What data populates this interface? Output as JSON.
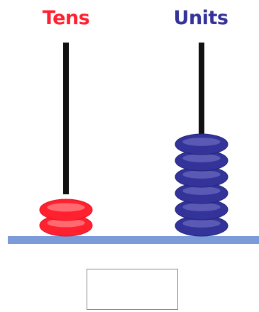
{
  "columns": {
    "tens": {
      "label": "Tens",
      "bead_count": 2,
      "color": "#ff2130",
      "highlight": "#ff6a70",
      "edge": "#e21420"
    },
    "units": {
      "label": "Units",
      "bead_count": 6,
      "color": "#33339a",
      "highlight": "#5a5ab4",
      "edge": "#25257a"
    }
  },
  "rod_color": "#111111",
  "base_color": "#7a9ad8",
  "answer": {
    "value": ""
  }
}
